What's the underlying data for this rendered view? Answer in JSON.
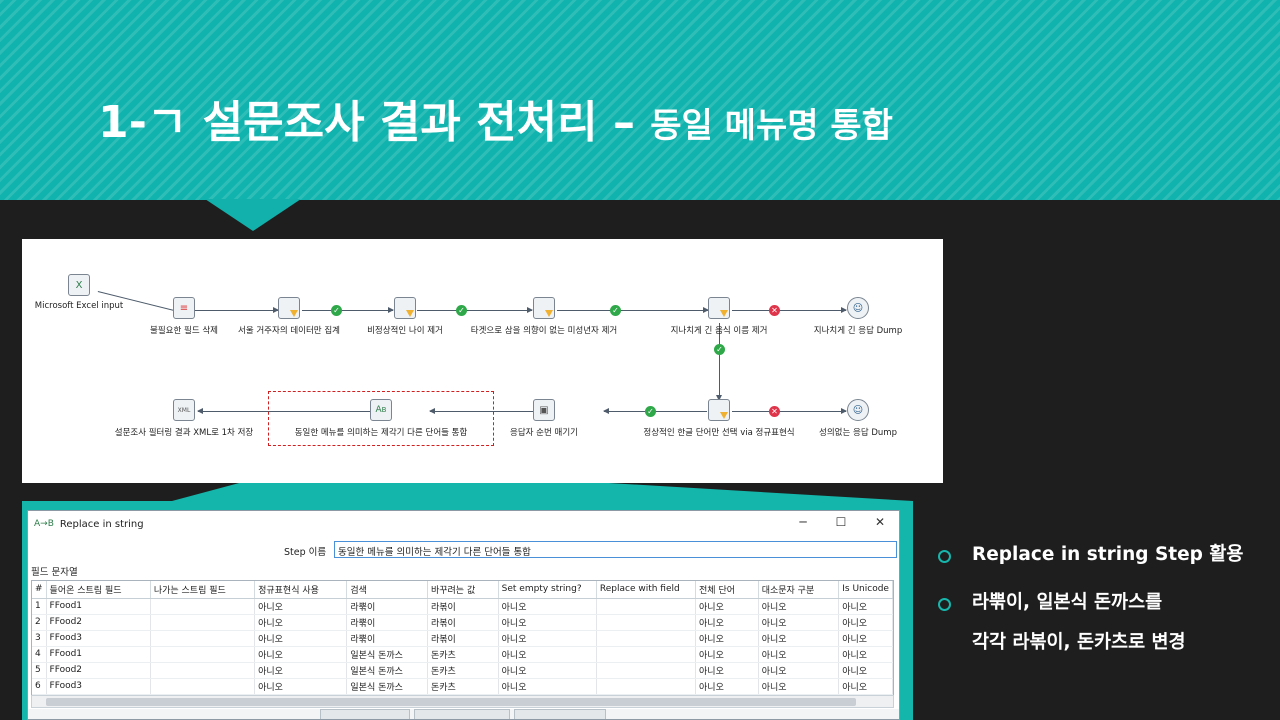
{
  "slide": {
    "title_main": "1-ㄱ 설문조사 결과 전처리",
    "title_dash": " – ",
    "title_sub": "동일 메뉴명 통합",
    "accent_color": "#10b3ad",
    "bullets": [
      {
        "lines": [
          "Replace  in string Step 활용"
        ]
      },
      {
        "lines": [
          "라뿎이, 일본식 돈까스를",
          "각각 라볶이, 돈카츠로 변경"
        ]
      }
    ]
  },
  "flow": {
    "steps": [
      {
        "id": "excel",
        "label": "Microsoft Excel input",
        "icon": "excel-icon"
      },
      {
        "id": "remove",
        "label": "불필요한 필드 삭제",
        "icon": "select-values-icon"
      },
      {
        "id": "seoul",
        "label": "서울 거주자의 데이터만 집계",
        "icon": "filter-rows-icon"
      },
      {
        "id": "age",
        "label": "비정상적인 나이 제거",
        "icon": "filter-rows-icon"
      },
      {
        "id": "minor",
        "label": "타겟으로 삼을 의향이 없는 미성년자 제거",
        "icon": "filter-rows-icon"
      },
      {
        "id": "long",
        "label": "지나치게 긴 음식 이름 제거",
        "icon": "filter-rows-icon"
      },
      {
        "id": "longdump",
        "label": "지나치게 긴 응답 Dump",
        "icon": "dummy-icon"
      },
      {
        "id": "regex",
        "label": "정상적인 한글 단어만 선택 via 정규표현식",
        "icon": "regex-filter-icon"
      },
      {
        "id": "baddump",
        "label": "성의없는 응답 Dump",
        "icon": "dummy-icon"
      },
      {
        "id": "wait",
        "label": "응답자 순번 매기기",
        "icon": "sequence-icon"
      },
      {
        "id": "replace",
        "label": "동일한 메뉴를 의미하는 제각기 다른 단어들 통합",
        "icon": "replace-string-icon"
      },
      {
        "id": "xml",
        "label": "설문조사 필터링 결과 XML로 1차 저장",
        "icon": "xml-output-icon"
      }
    ]
  },
  "dialog": {
    "title": "Replace in string",
    "title_icon": "A→B",
    "minimize": "─",
    "maximize": "☐",
    "close": "✕",
    "step_name_label": "Step 이름",
    "step_name_value": "동일한 메뉴를 의미하는 제각기 다른 단어들 통합",
    "fields_label": "필드 문자열",
    "columns": [
      "#",
      "들어온 스트림 필드",
      "나가는 스트림 필드",
      "정규표현식 사용",
      "검색",
      "바꾸려는 값",
      "Set empty string?",
      "Replace with field",
      "전체 단어",
      "대소문자 구분",
      "Is Unicode"
    ],
    "rows": [
      [
        "1",
        "FFood1",
        "",
        "아니오",
        "라뿎이",
        "라볶이",
        "아니오",
        "",
        "아니오",
        "아니오",
        "아니오"
      ],
      [
        "2",
        "FFood2",
        "",
        "아니오",
        "라뿎이",
        "라볶이",
        "아니오",
        "",
        "아니오",
        "아니오",
        "아니오"
      ],
      [
        "3",
        "FFood3",
        "",
        "아니오",
        "라뿎이",
        "라볶이",
        "아니오",
        "",
        "아니오",
        "아니오",
        "아니오"
      ],
      [
        "4",
        "FFood1",
        "",
        "아니오",
        "일본식 돈까스",
        "돈카츠",
        "아니오",
        "",
        "아니오",
        "아니오",
        "아니오"
      ],
      [
        "5",
        "FFood2",
        "",
        "아니오",
        "일본식 돈까스",
        "돈카츠",
        "아니오",
        "",
        "아니오",
        "아니오",
        "아니오"
      ],
      [
        "6",
        "FFood3",
        "",
        "아니오",
        "일본식 돈까스",
        "돈카츠",
        "아니오",
        "",
        "아니오",
        "아니오",
        "아니오"
      ]
    ]
  }
}
